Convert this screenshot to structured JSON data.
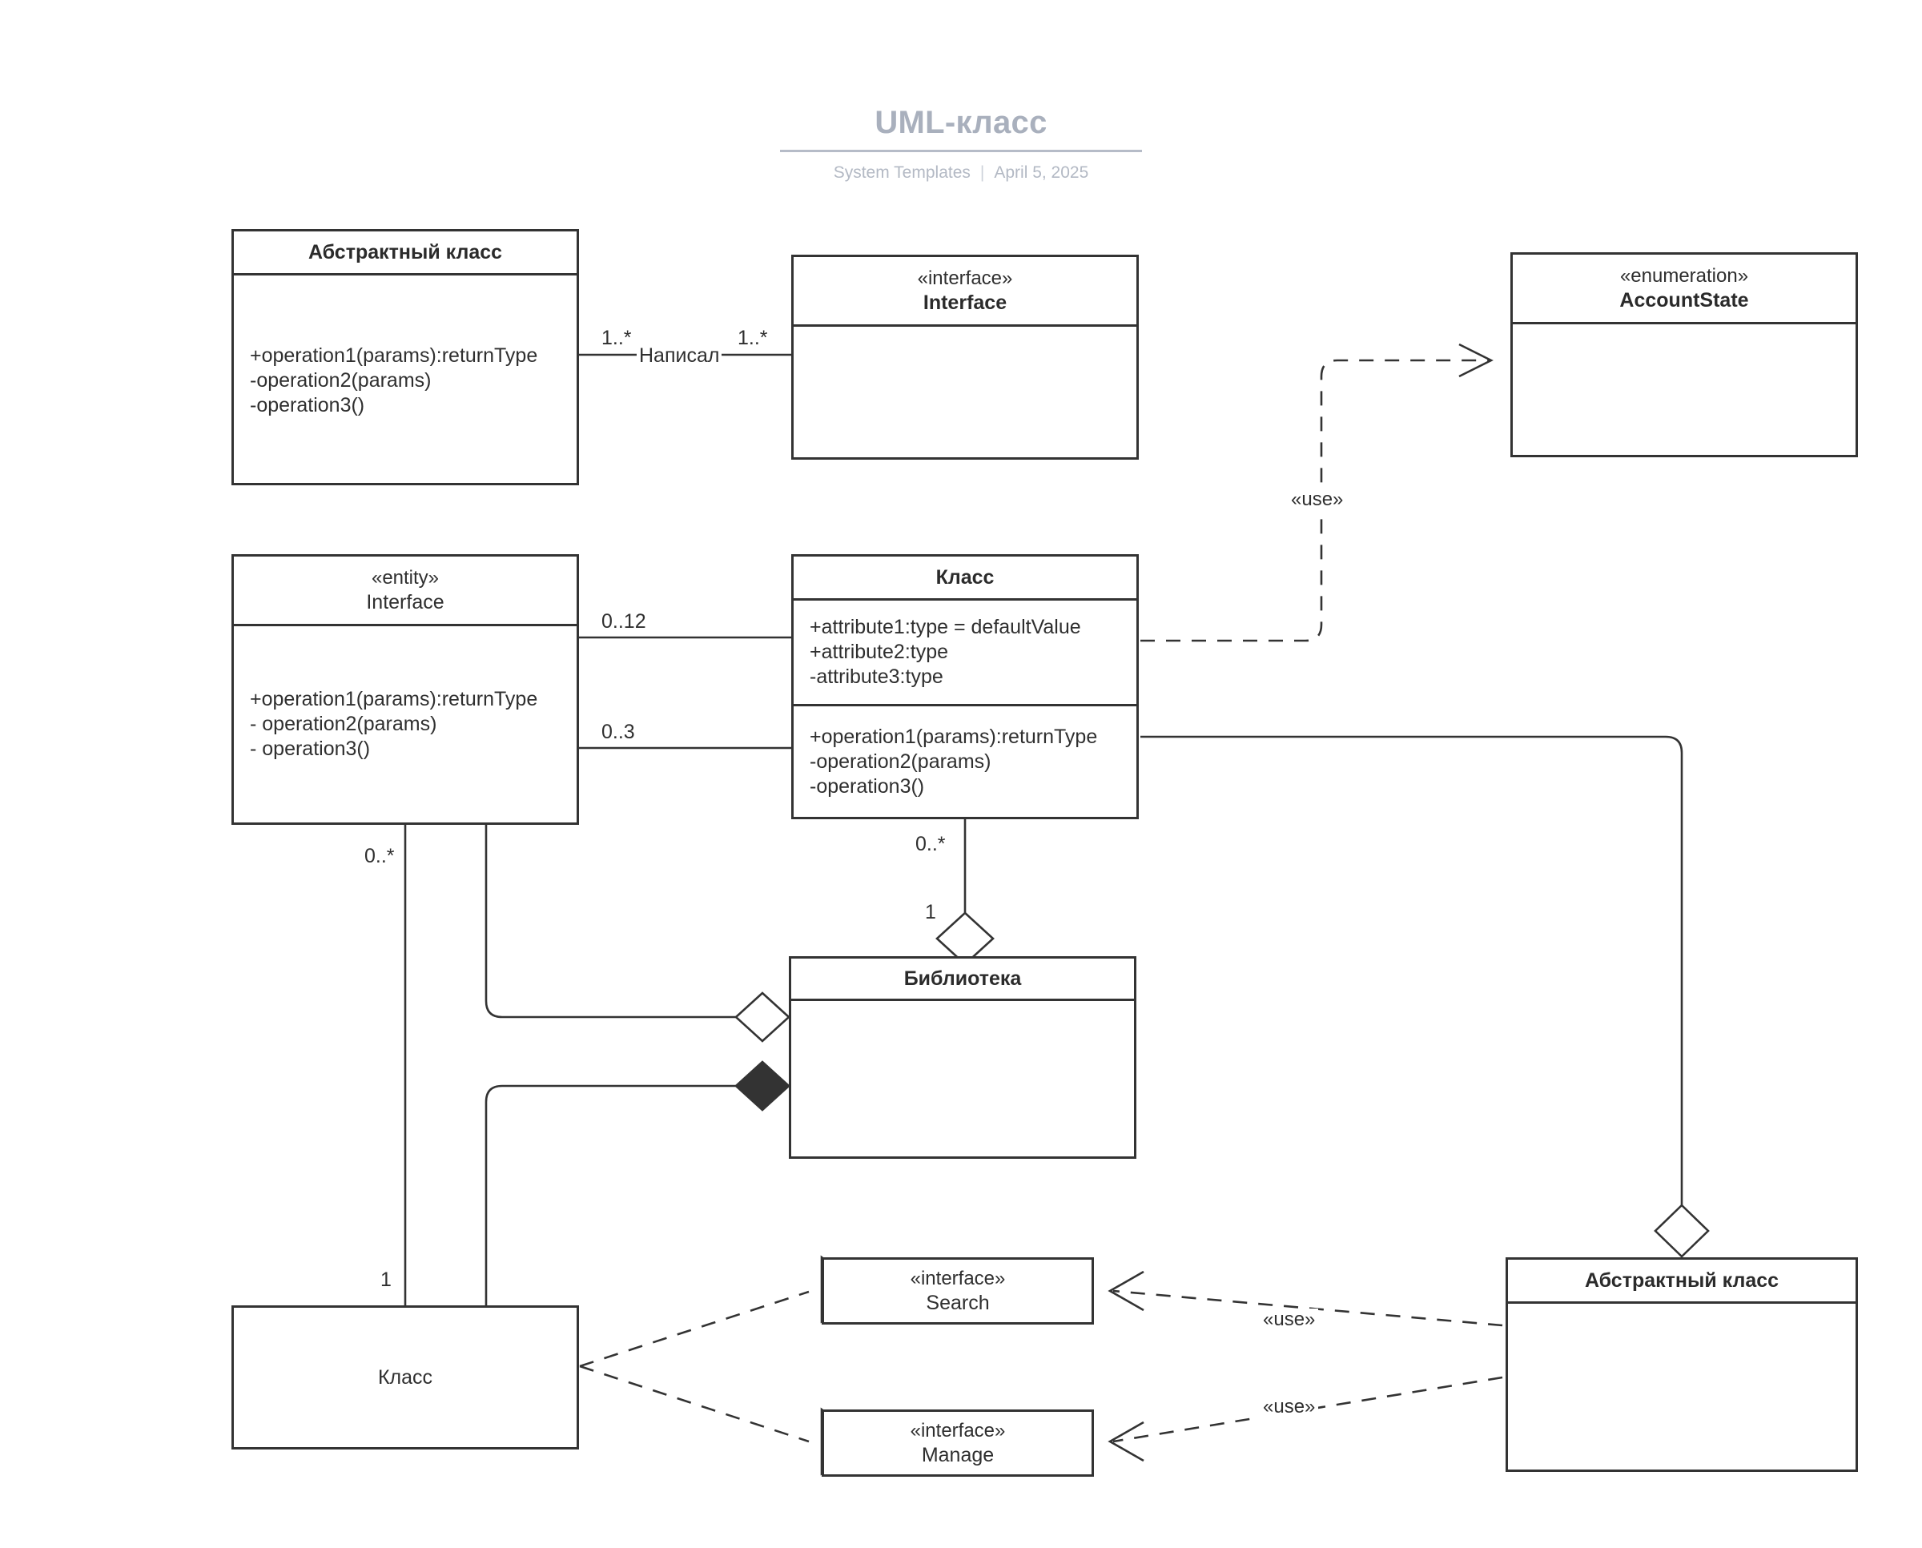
{
  "header": {
    "title": "UML-класс",
    "source": "System Templates",
    "separator": "|",
    "date": "April 5, 2025"
  },
  "classes": {
    "abstract_top": {
      "name": "Абстрактный класс",
      "operations": [
        "+operation1(params):returnType",
        "-operation2(params)",
        "-operation3()"
      ]
    },
    "interface_top": {
      "stereotype": "«interface»",
      "name": "Interface"
    },
    "enumeration": {
      "stereotype": "«enumeration»",
      "name": "AccountState"
    },
    "entity_interface": {
      "stereotype": "«entity»",
      "name": "Interface",
      "operations": [
        "+operation1(params):returnType",
        "- operation2(params)",
        "- operation3()"
      ]
    },
    "klass_center": {
      "name": "Класс",
      "attributes": [
        "+attribute1:type = defaultValue",
        "+attribute2:type",
        "-attribute3:type"
      ],
      "operations": [
        "+operation1(params):returnType",
        "-operation2(params)",
        "-operation3()"
      ]
    },
    "library": {
      "name": "Библиотека"
    },
    "klass_bottom": {
      "name": "Класс"
    },
    "interface_search": {
      "stereotype": "«interface»",
      "name": "Search"
    },
    "interface_manage": {
      "stereotype": "«interface»",
      "name": "Manage"
    },
    "abstract_bottom": {
      "name": "Абстрактный класс"
    }
  },
  "edges": {
    "written_by": {
      "label": "Написал",
      "source_multiplicity": "1..*",
      "target_multiplicity": "1..*"
    },
    "entity_to_class_attrs": {
      "multiplicity": "0..12"
    },
    "entity_to_class_ops": {
      "multiplicity": "0..3"
    },
    "class_to_library": {
      "source_multiplicity": "0..*",
      "target_multiplicity": "1"
    },
    "entity_to_library": {
      "kind": "aggregation"
    },
    "klass_bottom_to_library": {
      "kind": "composition"
    },
    "entity_to_klass_bottom": {
      "source_multiplicity": "0..*",
      "target_multiplicity": "1"
    },
    "use_enumeration": {
      "label": "«use»"
    },
    "use_search": {
      "label": "«use»"
    },
    "use_manage": {
      "label": "«use»"
    },
    "class_to_abstract_bottom": {
      "kind": "aggregation"
    }
  },
  "colors": {
    "stroke": "#333333",
    "text": "#2f2f2f",
    "header_text": "#a9b0bd",
    "background": "#ffffff"
  }
}
